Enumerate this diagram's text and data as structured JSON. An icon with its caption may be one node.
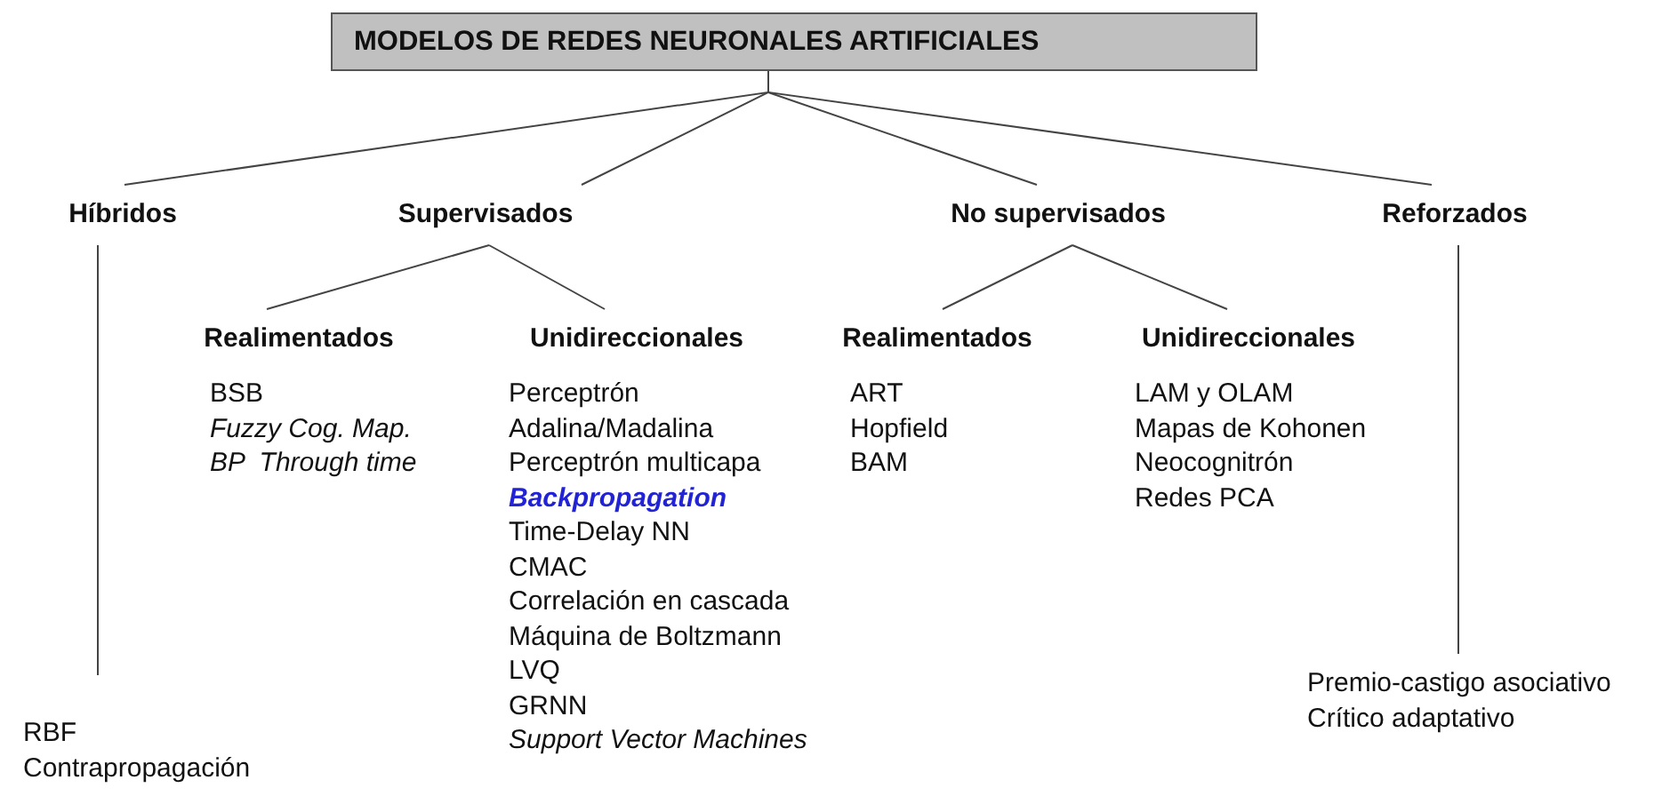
{
  "diagram": {
    "nodes": [
      {
        "text": [
          "MODELOS DE REDES NEURONALES ARTIFICIALES"
        ]
      },
      {
        "text": [
          "Híbridos"
        ]
      },
      {
        "text": [
          "Supervisados"
        ]
      },
      {
        "text": [
          "No supervisados"
        ]
      },
      {
        "text": [
          "Reforzados"
        ]
      },
      {
        "text": [
          "Realimentados"
        ],
        "beside": [
          "BSB",
          "Fuzzy Cog. Map.",
          "BP  Through time"
        ]
      },
      {
        "text": [
          "Unidireccionales"
        ],
        "beside": [
          "Perceptrón",
          "Adalina/Madalina",
          "Perceptrón multicapa",
          "Backpropagation",
          "Time-Delay NN",
          "CMAC",
          "Correlación en cascada",
          "Máquina de Boltzmann",
          "LVQ",
          "GRNN",
          "Support Vector Machines"
        ]
      },
      {
        "text": [
          "Realimentados"
        ],
        "beside": [
          "ART",
          "Hopfield",
          "BAM"
        ]
      },
      {
        "text": [
          "Unidireccionales"
        ],
        "beside": [
          "LAM y OLAM",
          "Mapas de Kohonen",
          "Neocognitrón",
          "Redes PCA"
        ]
      },
      {
        "text": [
          "RBF",
          "Contrapropagación"
        ]
      },
      {
        "text": [
          "Premio-castigo asociativo",
          "Crítico adaptativo"
        ]
      }
    ],
    "edges": [
      {
        "from": 0,
        "to": 1,
        "arrow": "none"
      },
      {
        "from": 0,
        "to": 2,
        "arrow": "none"
      },
      {
        "from": 0,
        "to": 3,
        "arrow": "none"
      },
      {
        "from": 0,
        "to": 4,
        "arrow": "none"
      },
      {
        "from": 2,
        "to": 5,
        "arrow": "none"
      },
      {
        "from": 2,
        "to": 6,
        "arrow": "none"
      },
      {
        "from": 3,
        "to": 7,
        "arrow": "none"
      },
      {
        "from": 3,
        "to": 8,
        "arrow": "none"
      },
      {
        "from": 1,
        "to": 9,
        "arrow": "none"
      },
      {
        "from": 4,
        "to": 10,
        "arrow": "none"
      }
    ]
  }
}
